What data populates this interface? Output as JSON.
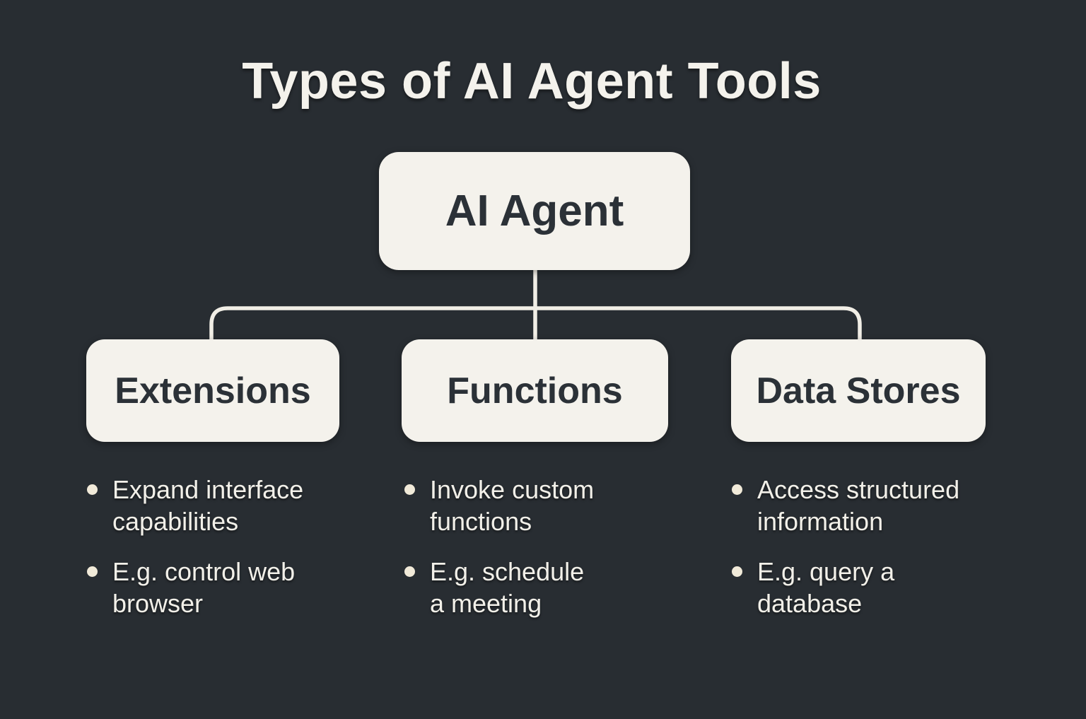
{
  "title": "Types of AI Agent Tools",
  "root": {
    "label": "AI Agent"
  },
  "branches": [
    {
      "label": "Extensions",
      "bullets": [
        "Expand interface\ncapabilities",
        "E.g. control web\nbrowser"
      ]
    },
    {
      "label": "Functions",
      "bullets": [
        "Invoke custom\nfunctions",
        "E.g. schedule\na meeting"
      ]
    },
    {
      "label": "Data Stores",
      "bullets": [
        "Access structured\ninformation",
        "E.g. query a\ndatabase"
      ]
    }
  ],
  "colors": {
    "background": "#282d32",
    "box_fill": "#f4f2ec",
    "box_text": "#2b3137",
    "bullet_text": "#f2f0e9",
    "connector": "#f1eee6"
  }
}
